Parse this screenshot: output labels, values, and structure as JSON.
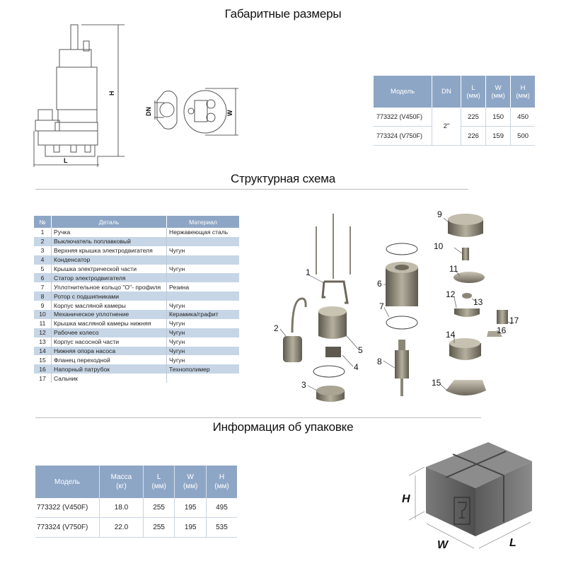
{
  "sections": {
    "dimensions_title": "Габаритные размеры",
    "structure_title": "Структурная схема",
    "packaging_title": "Информация об упаковке"
  },
  "dimensions_drawing": {
    "label_h": "H",
    "label_l": "L",
    "label_w": "W",
    "label_dn": "DN"
  },
  "dimensions_table": {
    "headers": {
      "model": "Модель",
      "dn": "DN",
      "l": "L",
      "l_unit": "(мм)",
      "w": "W",
      "w_unit": "(мм)",
      "h": "H",
      "h_unit": "(мм)"
    },
    "dn_value": "2\"",
    "rows": [
      {
        "model": "773322 (V450F)",
        "l": "225",
        "w": "150",
        "h": "450"
      },
      {
        "model": "773324 (V750F)",
        "l": "226",
        "w": "159",
        "h": "500"
      }
    ]
  },
  "parts_table": {
    "headers": {
      "num": "№",
      "part": "Деталь",
      "material": "Материал"
    },
    "rows": [
      {
        "num": "1",
        "part": "Ручка",
        "material": "Нержавеющая сталь"
      },
      {
        "num": "2",
        "part": "Выключатель поплавковый",
        "material": ""
      },
      {
        "num": "3",
        "part": "Верхняя крышка электродвигателя",
        "material": "Чугун"
      },
      {
        "num": "4",
        "part": "Конденсатор",
        "material": ""
      },
      {
        "num": "5",
        "part": "Крышка электрической части",
        "material": "Чугун"
      },
      {
        "num": "6",
        "part": "Статор электродвигателя",
        "material": ""
      },
      {
        "num": "7",
        "part": "Уплотнительное кольцо \"О\"- профиля",
        "material": "Резина"
      },
      {
        "num": "8",
        "part": "Ротор с подшипниками",
        "material": ""
      },
      {
        "num": "9",
        "part": "Корпус масляной камеры",
        "material": "Чугун"
      },
      {
        "num": "10",
        "part": "Механическое уплотнение",
        "material": "Керамика/графит"
      },
      {
        "num": "11",
        "part": "Крышка масляной камеры нижняя",
        "material": "Чугун"
      },
      {
        "num": "12",
        "part": "Рабочее колесо",
        "material": "Чугун"
      },
      {
        "num": "13",
        "part": "Корпус насосной части",
        "material": "Чугун"
      },
      {
        "num": "14",
        "part": "Нижняя опора насоса",
        "material": "Чугун"
      },
      {
        "num": "15",
        "part": "Фланец переходной",
        "material": "Чугун"
      },
      {
        "num": "16",
        "part": "Напорный патрубок",
        "material": "Технополимер"
      },
      {
        "num": "17",
        "part": "Сальник",
        "material": ""
      }
    ]
  },
  "exploded_view": {
    "callouts": [
      "1",
      "2",
      "3",
      "4",
      "5",
      "6",
      "7",
      "8",
      "9",
      "10",
      "11",
      "12",
      "13",
      "14",
      "15",
      "16",
      "17"
    ]
  },
  "packaging_table": {
    "headers": {
      "model": "Модель",
      "mass": "Масса",
      "mass_unit": "(кг)",
      "l": "L",
      "l_unit": "(мм)",
      "w": "W",
      "w_unit": "(мм)",
      "h": "H",
      "h_unit": "(мм)"
    },
    "rows": [
      {
        "model": "773322 (V450F)",
        "mass": "18.0",
        "l": "255",
        "w": "195",
        "h": "495"
      },
      {
        "model": "773324 (V750F)",
        "mass": "22.0",
        "l": "255",
        "w": "195",
        "h": "535"
      }
    ]
  },
  "box_drawing": {
    "label_h": "H",
    "label_w": "W",
    "label_l": "L"
  },
  "colors": {
    "header_blue": "#8ea6c6",
    "stripe_blue": "#c7d6e6",
    "box_gray": "#6e6e6e"
  }
}
